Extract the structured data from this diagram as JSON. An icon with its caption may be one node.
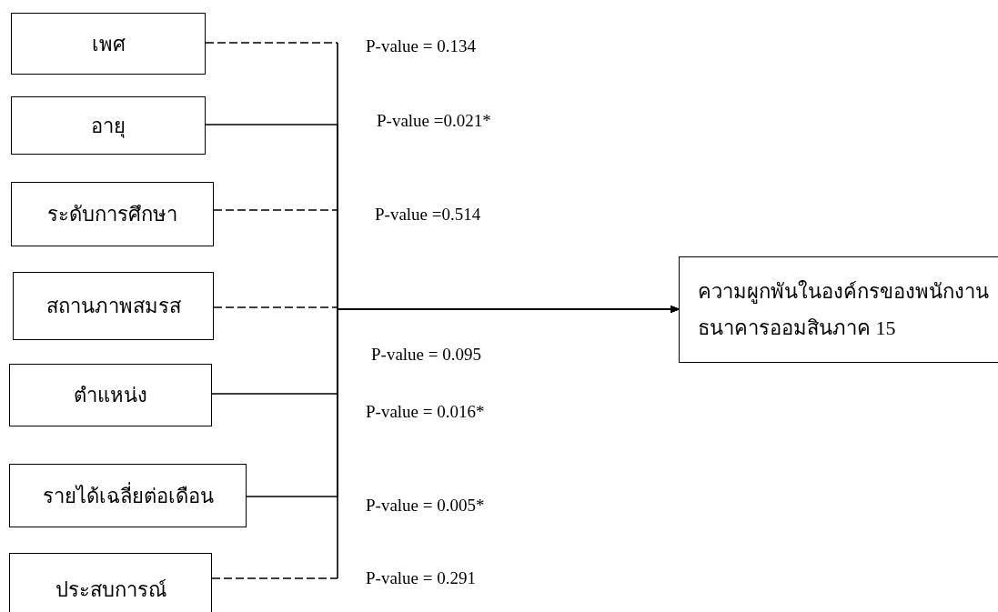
{
  "diagram": {
    "nodes": [
      {
        "text": [
          "เพศ"
        ]
      },
      {
        "text": [
          "อายุ"
        ]
      },
      {
        "text": [
          "ระดับการศึกษา"
        ]
      },
      {
        "text": [
          "สถานภาพสมรส"
        ]
      },
      {
        "text": [
          "ตำแหน่ง"
        ]
      },
      {
        "text": [
          "รายได้เฉลี่ยต่อเดือน"
        ]
      },
      {
        "text": [
          "ประสบการณ์"
        ]
      },
      {
        "text": [
          "ความผูกพันในองค์กรของพนักงานธนาคารออมสินภาค 15"
        ]
      }
    ],
    "edges": [
      {
        "from": 0,
        "to": 7,
        "arrow": "to",
        "style": "dashed",
        "label": "P-value = 0.134"
      },
      {
        "from": 1,
        "to": 7,
        "arrow": "to",
        "label": "P-value =0.021*"
      },
      {
        "from": 2,
        "to": 7,
        "arrow": "to",
        "style": "dashed",
        "label": "P-value =0.514"
      },
      {
        "from": 3,
        "to": 7,
        "arrow": "to",
        "style": "dashed",
        "label": "P-value = 0.095"
      },
      {
        "from": 4,
        "to": 7,
        "arrow": "to",
        "label": "P-value = 0.016*"
      },
      {
        "from": 5,
        "to": 7,
        "arrow": "to",
        "label": "P-value = 0.005*"
      },
      {
        "from": 6,
        "to": 7,
        "arrow": "to",
        "style": "dashed",
        "label": "P-value = 0.291"
      }
    ]
  }
}
